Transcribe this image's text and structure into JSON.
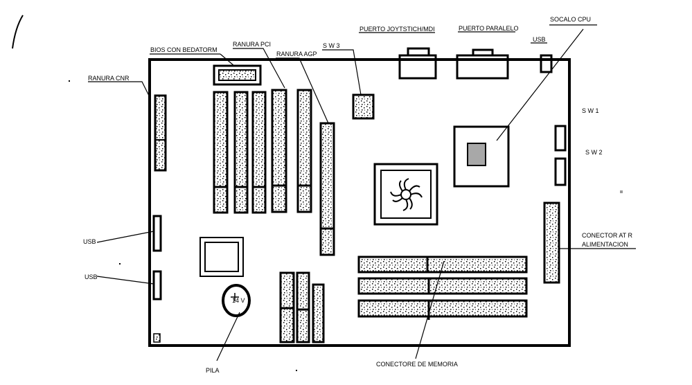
{
  "labels": {
    "bios": "BIOS CON BEDATORM",
    "ranura_pci": "RANURA PCI",
    "ranura_agp": "RANURA AGP",
    "sw3": "S W 3",
    "puerto_joystick": "PUERTO JOYTSTICH/MDI",
    "puerto_paralelo": "PUERTO PARALELO",
    "usb_top": "USB",
    "socalo_cpu": "SOCALO CPU",
    "ranura_cnr": "RANURA CNR",
    "sw1": "S W 1",
    "sw2": "S W 2",
    "usb_left_1": "USB",
    "usb_left_2": "USB",
    "conector_at_1": "CONECTOR AT R",
    "conector_at_2": "ALIMENTACION",
    "conector_memoria": "CONECTORE DE MEMORIA",
    "pila": "PILA",
    "battery_voltage": "14 V"
  }
}
